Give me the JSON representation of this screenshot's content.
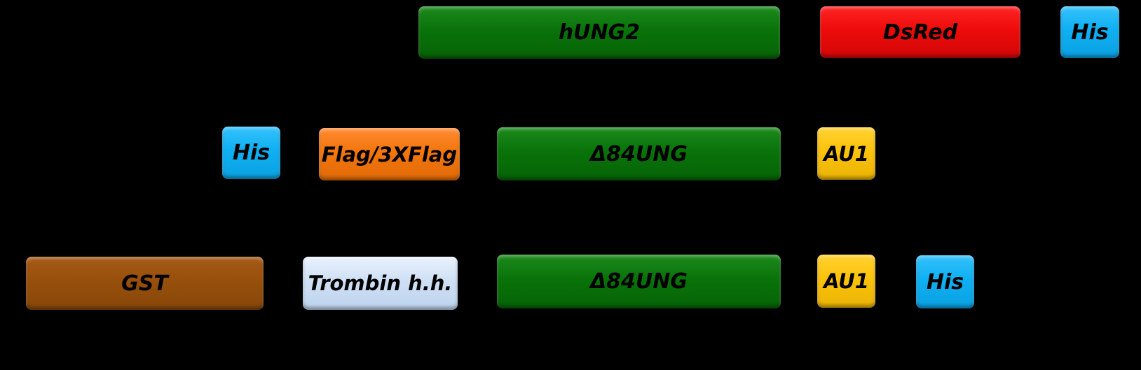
{
  "row1": {
    "hung2": "hUNG2",
    "dsred": "DsRed",
    "his": "His"
  },
  "row2": {
    "his": "His",
    "flag": "Flag/3XFlag",
    "d84ung": "Δ84UNG",
    "au1": "AU1"
  },
  "row3": {
    "gst": "GST",
    "thrombin": "Trombin h.h.",
    "d84ung": "Δ84UNG",
    "au1": "AU1",
    "his": "His"
  },
  "colors": {
    "background": "#000000",
    "ung": "#097309",
    "dsred": "#ee0b0b",
    "his": "#0fb0f3",
    "flag": "#f4760c",
    "au1": "#fcc30b",
    "gst": "#97500c",
    "thrombin": "#cfe0f5"
  }
}
